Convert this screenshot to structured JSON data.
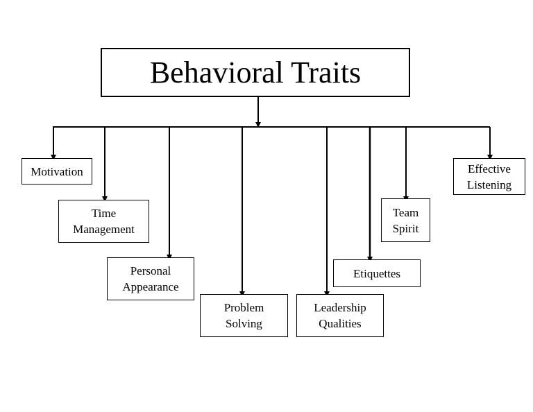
{
  "diagram": {
    "root": {
      "label": "Behavioral Traits"
    },
    "children": [
      {
        "id": "motivation",
        "lines": [
          "Motivation"
        ]
      },
      {
        "id": "time-management",
        "lines": [
          "Time",
          "Management"
        ]
      },
      {
        "id": "personal-appearance",
        "lines": [
          "Personal",
          "Appearance"
        ]
      },
      {
        "id": "problem-solving",
        "lines": [
          "Problem",
          "Solving"
        ]
      },
      {
        "id": "leadership-qualities",
        "lines": [
          "Leadership",
          "Qualities"
        ]
      },
      {
        "id": "etiquettes",
        "lines": [
          "Etiquettes"
        ]
      },
      {
        "id": "team-spirit",
        "lines": [
          "Team",
          "Spirit"
        ]
      },
      {
        "id": "effective-listening",
        "lines": [
          "Effective",
          "Listening"
        ]
      }
    ]
  }
}
